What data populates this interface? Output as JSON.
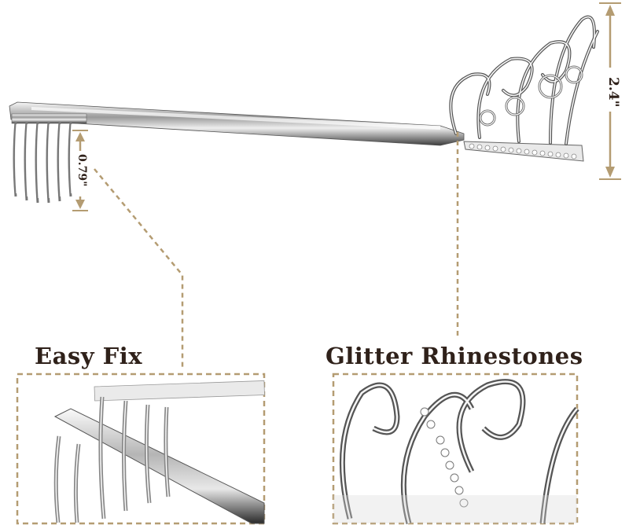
{
  "labels": {
    "height_total": "2.4\"",
    "comb_height": "0.79\"",
    "easy_fix": "Easy  Fix",
    "glitter": "Glitter Rhinestones"
  },
  "colors": {
    "accent": "#b49c72",
    "text": "#2f211a",
    "silver_light": "#f2f2f2",
    "silver_dark": "#4a4a4a"
  }
}
